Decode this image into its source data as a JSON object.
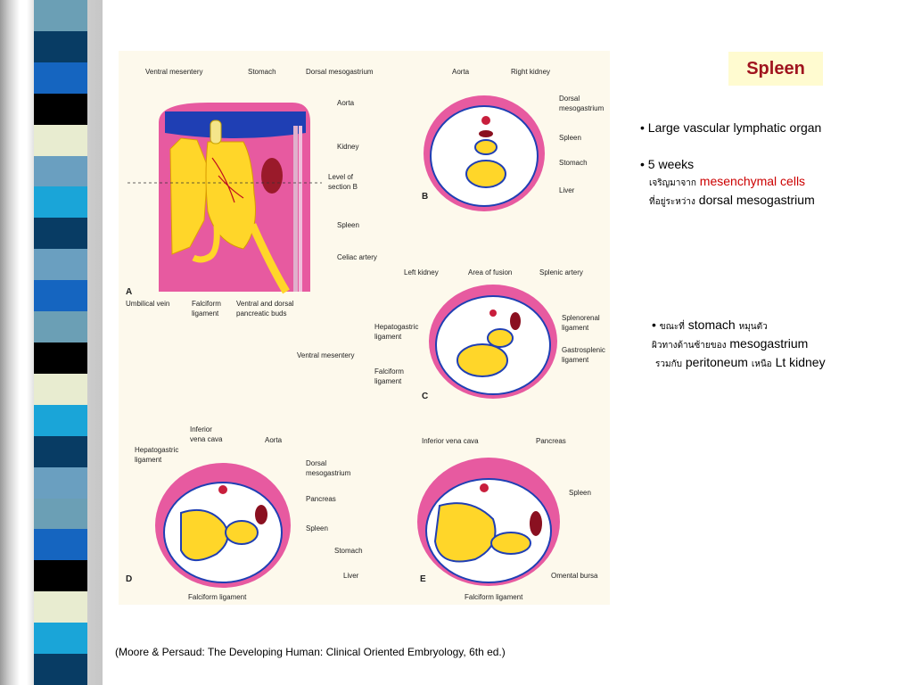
{
  "slide": {
    "title": "Spleen",
    "bullet1": "• Large vascular lymphatic organ",
    "bullet2": "• 5 weeks",
    "b2_th1": "เจริญมาจาก",
    "b2_red": "mesenchymal cells",
    "b2_th2": "ที่อยู่ระหว่าง",
    "b2_en": "dorsal mesogastrium",
    "b3_bullet": "•",
    "b3_th1": "ขณะที่",
    "b3_en1": "stomach",
    "b3_th2": "หมุนตัว",
    "b3_th3": "ผิวทางด้านซ้ายของ",
    "b3_en2": "mesogastrium",
    "b3_th4": "รวมกับ",
    "b3_en3": "peritoneum",
    "b3_th5": "เหนือ",
    "b3_en4": "Lt  kidney",
    "caption": "(Moore & Persaud: The Developing Human: Clinical Oriented Embryology, 6th ed.)"
  },
  "figure": {
    "panel_a": {
      "letter": "A",
      "labels": [
        "Ventral mesentery",
        "Stomach",
        "Dorsal mesogastrium",
        "Aorta",
        "Kidney",
        "Level of",
        "section B",
        "Spleen",
        "Celiac artery",
        "Umbilical vein",
        "Falciform",
        "ligament",
        "Ventral and dorsal",
        "pancreatic buds"
      ]
    },
    "panel_b": {
      "letter": "B",
      "labels": [
        "Aorta",
        "Right kidney",
        "Dorsal",
        "mesogastrium",
        "Spleen",
        "Stomach",
        "Liver"
      ]
    },
    "panel_c": {
      "letter": "C",
      "labels": [
        "Left kidney",
        "Area of fusion",
        "Splenic artery",
        "Hepatogastric",
        "ligament",
        "Ventral mesentery",
        "Falciform",
        "ligament",
        "Splenorenal",
        "ligament",
        "Gastrosplenic",
        "ligament"
      ]
    },
    "panel_d": {
      "letter": "D",
      "labels": [
        "Inferior",
        "vena cava",
        "Hepatogastric",
        "ligament",
        "Aorta",
        "Dorsal",
        "mesogastrium",
        "Pancreas",
        "Spleen",
        "Stomach",
        "Liver",
        "Falciform ligament"
      ]
    },
    "panel_e": {
      "letter": "E",
      "labels": [
        "Inferior vena cava",
        "Pancreas",
        "Spleen",
        "Omental bursa",
        "Falciform ligament"
      ]
    }
  },
  "colors": {
    "title_bg": "#fffbd0",
    "title_text": "#a0141e",
    "highlight": "#cc0000",
    "square_colors": [
      "#6b9fb5",
      "#083c64",
      "#1565c0",
      "#000000",
      "#e8ecd0",
      "#6a9fc0",
      "#1aa5d8"
    ]
  }
}
